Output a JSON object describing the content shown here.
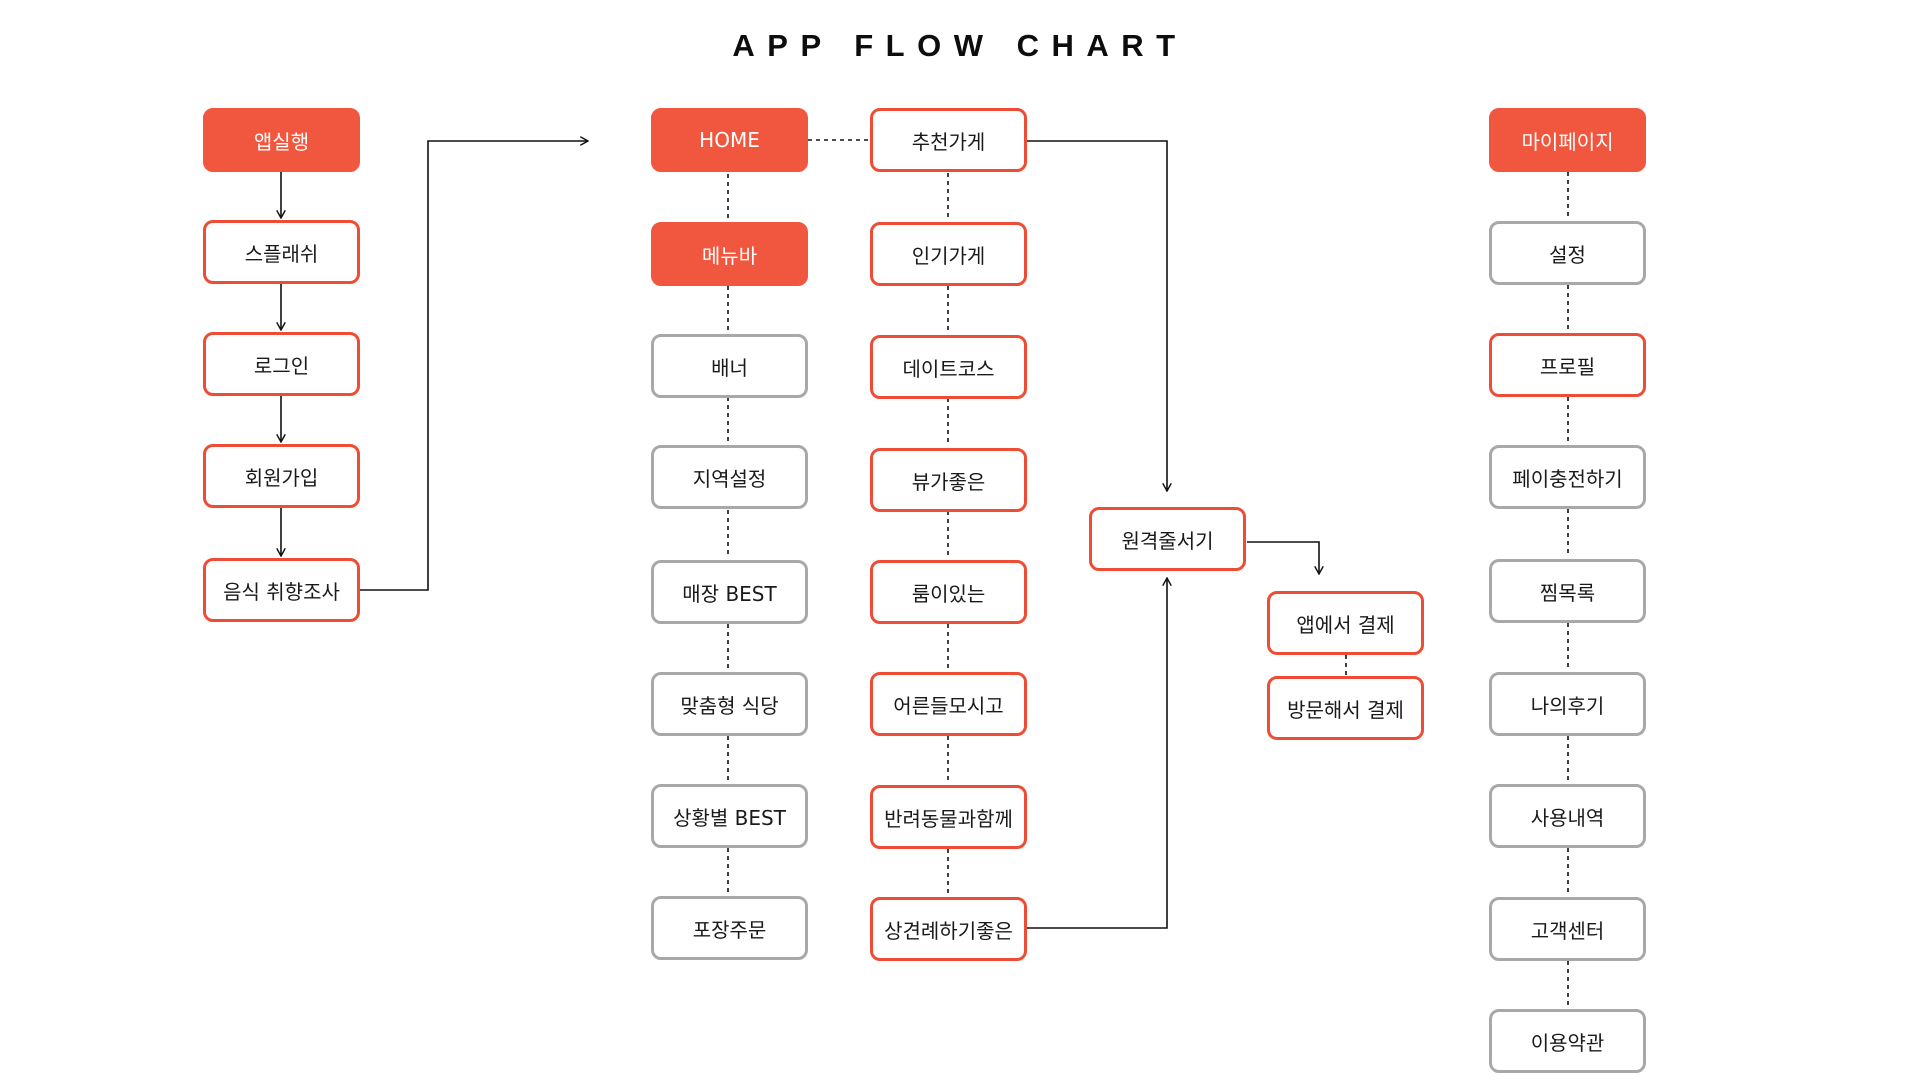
{
  "title": "APP FLOW CHART",
  "colors": {
    "accent": "#f1573f",
    "outline_red": "#ee4c35",
    "outline_gray": "#a8a8a8",
    "line": "#111111"
  },
  "columns": {
    "onboarding": [
      "앱실행",
      "스플래쉬",
      "로그인",
      "회원가입",
      "음식 취향조사"
    ],
    "home": [
      "HOME",
      "메뉴바",
      "배너",
      "지역설정",
      "매장 BEST",
      "맞춤형 식당",
      "상황별 BEST",
      "포장주문"
    ],
    "recommend": [
      "추천가게",
      "인기가게",
      "데이트코스",
      "뷰가좋은",
      "룸이있는",
      "어른들모시고",
      "반려동물과함께",
      "상견례하기좋은"
    ],
    "queue": [
      "원격줄서기"
    ],
    "payment": [
      "앱에서 결제",
      "방문해서 결제"
    ],
    "mypage": [
      "마이페이지",
      "설정",
      "프로필",
      "페이충전하기",
      "찜목록",
      "나의후기",
      "사용내역",
      "고객센터",
      "이용약관"
    ]
  }
}
